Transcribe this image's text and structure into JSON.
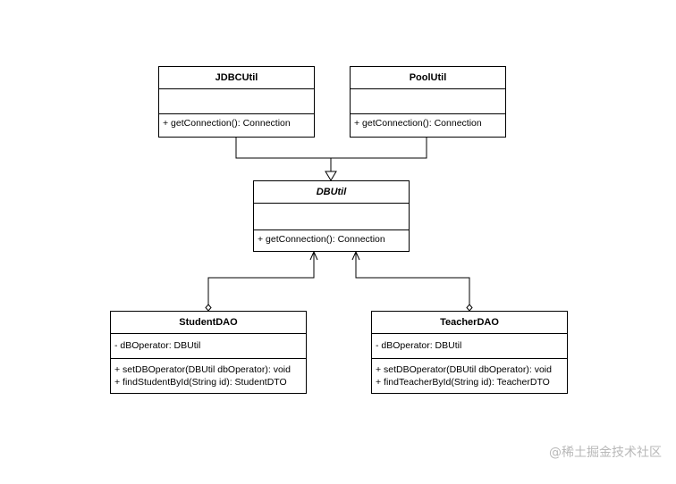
{
  "classes": {
    "jdbcutil": {
      "name": "JDBCUtil",
      "attributes": [],
      "operations": [
        "+ getConnection(): Connection"
      ]
    },
    "poolutil": {
      "name": "PoolUtil",
      "attributes": [],
      "operations": [
        "+ getConnection(): Connection"
      ]
    },
    "dbutil": {
      "name": "DBUtil",
      "attributes": [],
      "operations": [
        "+ getConnection(): Connection"
      ]
    },
    "studentdao": {
      "name": "StudentDAO",
      "attributes": [
        "- dBOperator: DBUtil"
      ],
      "operations": [
        "+ setDBOperator(DBUtil dbOperator): void",
        "+ findStudentById(String id): StudentDTO"
      ]
    },
    "teacherdao": {
      "name": "TeacherDAO",
      "attributes": [
        "- dBOperator: DBUtil"
      ],
      "operations": [
        "+ setDBOperator(DBUtil dbOperator): void",
        "+ findTeacherById(String id): TeacherDTO"
      ]
    }
  },
  "relations": [
    {
      "from": "JDBCUtil",
      "to": "DBUtil",
      "type": "generalization"
    },
    {
      "from": "PoolUtil",
      "to": "DBUtil",
      "type": "generalization"
    },
    {
      "from": "StudentDAO",
      "to": "DBUtil",
      "type": "aggregation"
    },
    {
      "from": "TeacherDAO",
      "to": "DBUtil",
      "type": "aggregation"
    }
  ],
  "watermark": "@稀土掘金技术社区"
}
